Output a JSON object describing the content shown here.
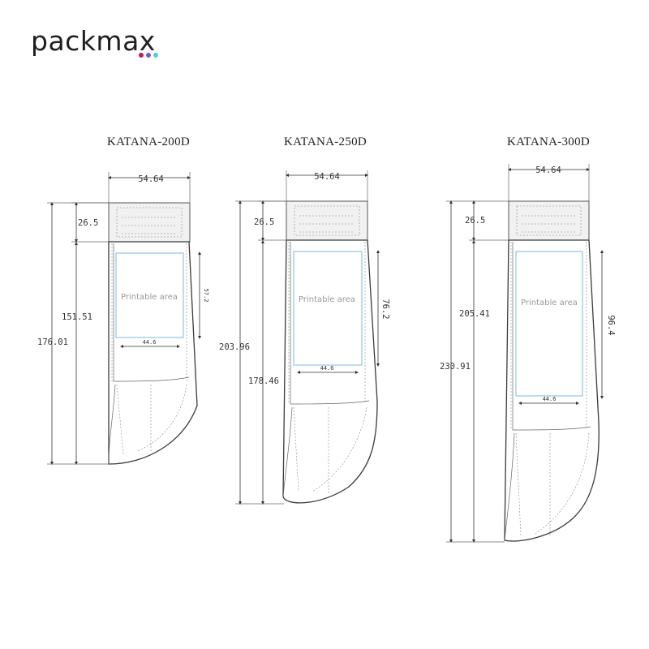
{
  "brand": {
    "name": "packmax",
    "dot_colors": [
      "#c2185b",
      "#7e57c2",
      "#4dd0c4"
    ]
  },
  "colors": {
    "outline": "#3a3a3a",
    "printable_border": "#8fc6e6",
    "printable_text": "#9a9a9a"
  },
  "products": [
    {
      "title": "KATANA-200D",
      "cap_width": "54.64",
      "cap_height": "26.5",
      "overall_height": "176.01",
      "body_height": "151.51",
      "printable_label": "Printable area",
      "printable_width": "44.6",
      "printable_height": "57.2"
    },
    {
      "title": "KATANA-250D",
      "cap_width": "54.64",
      "cap_height": "26.5",
      "overall_height": "203.96",
      "body_height": "178.46",
      "printable_label": "Printable area",
      "printable_width": "44.6",
      "printable_height": "76.2"
    },
    {
      "title": "KATANA-300D",
      "cap_width": "54.64",
      "cap_height": "26.5",
      "overall_height": "230.91",
      "body_height": "205.41",
      "printable_label": "Printable area",
      "printable_width": "44.6",
      "printable_height": "96.4"
    }
  ]
}
